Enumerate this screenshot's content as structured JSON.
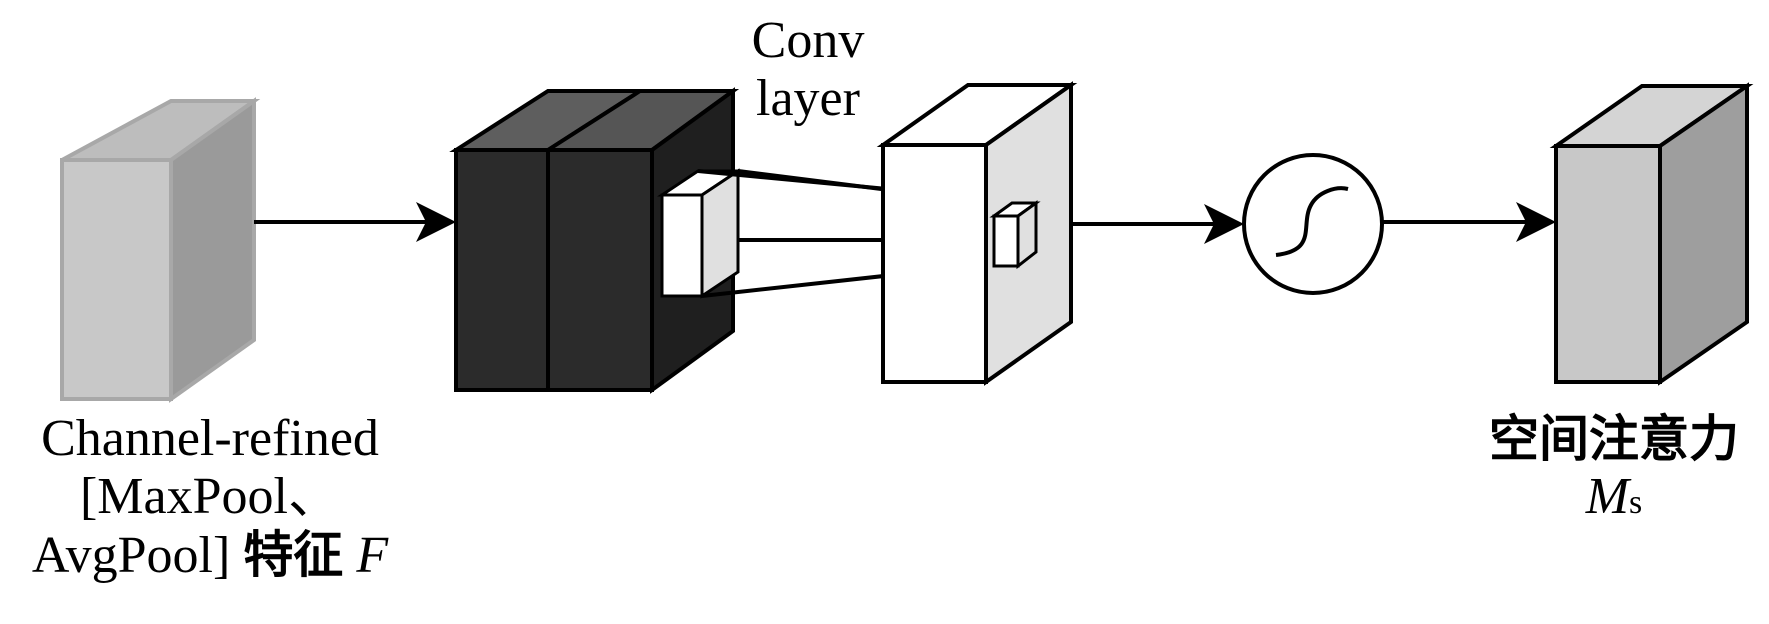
{
  "conv_label": {
    "line1": "Conv",
    "line2": "layer"
  },
  "input_label": {
    "line1": "Channel-refined",
    "line2": "[MaxPool、",
    "line3_prefix": "AvgPool] ",
    "line3_cjk": "特征",
    "line3_var": "F"
  },
  "output_label": {
    "line1": "空间注意力",
    "var_main": "M",
    "var_sub": "s"
  },
  "colors": {
    "input_front": "#c8c8c8",
    "input_side": "#9a9a9a",
    "input_top": "#bdbdbd",
    "pooled_front": "#2b2b2b",
    "pooled_top": "#5a5a5a",
    "pooled_side": "#1f1f1f",
    "conv_front": "#ffffff",
    "conv_side": "#e0e0e0",
    "output_front": "#c8c8c8",
    "output_side": "#9e9e9e",
    "output_top": "#d4d4d4",
    "stroke": "#000000"
  },
  "icons": {
    "activation": "sigmoid-icon"
  }
}
